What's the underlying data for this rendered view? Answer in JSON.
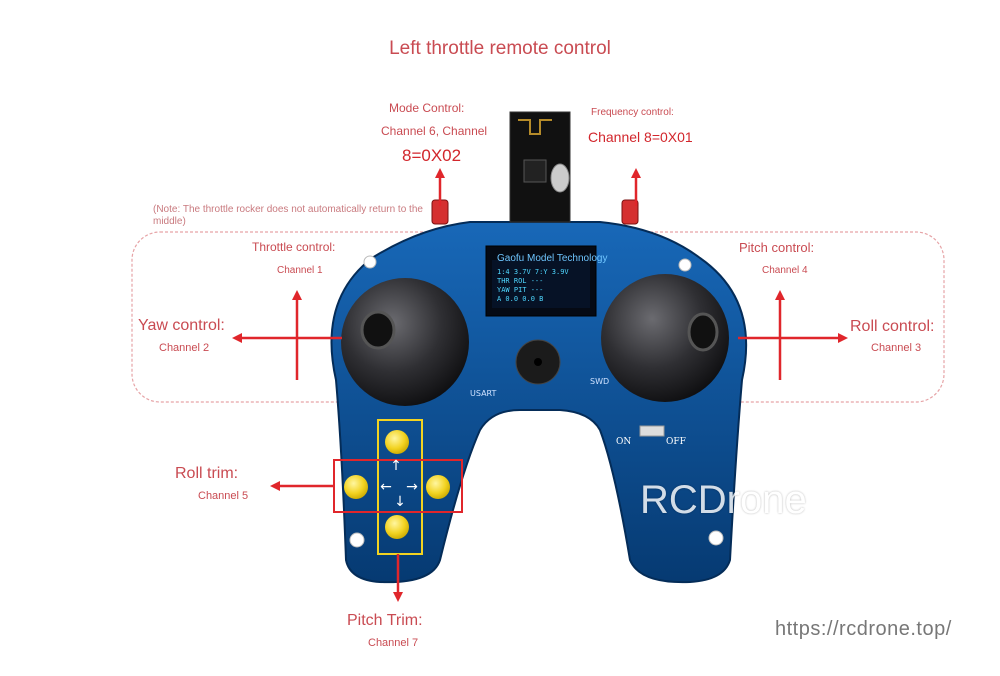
{
  "title": "Left throttle remote control",
  "mode": {
    "heading": "Mode Control:",
    "line2": "Channel 6, Channel",
    "value": "8=0X02"
  },
  "frequency": {
    "heading": "Frequency control:",
    "value": "Channel 8=0X01"
  },
  "note": "(Note: The throttle rocker does not automatically return to the middle)",
  "throttle": {
    "heading": "Throttle control:",
    "channel": "Channel 1"
  },
  "yaw": {
    "heading": "Yaw control:",
    "channel": "Channel 2"
  },
  "pitch": {
    "heading": "Pitch control:",
    "channel": "Channel 4"
  },
  "roll": {
    "heading": "Roll control:",
    "channel": "Channel 3"
  },
  "roll_trim": {
    "heading": "Roll trim:",
    "channel": "Channel 5"
  },
  "pitch_trim": {
    "heading": "Pitch Trim:",
    "channel": "Channel 7"
  },
  "board": {
    "brand": "Gaofu Model Technology",
    "usart": "USART",
    "swd": "SWD",
    "on": "ON",
    "off": "OFF",
    "oled_lines": [
      "1:4 3.7V 7:Y 3.9V",
      "THR   ROL  ---",
      "YAW   PIT  ---",
      "A  0.0   0.0  B"
    ]
  },
  "watermark": "RCDrone",
  "url": "https://rcdrone.top/",
  "colors": {
    "label": "#c94b52",
    "arrow": "#e0262b",
    "board": "#0a4f93",
    "button": "#f2d321",
    "stick": "#2a2a2c"
  }
}
